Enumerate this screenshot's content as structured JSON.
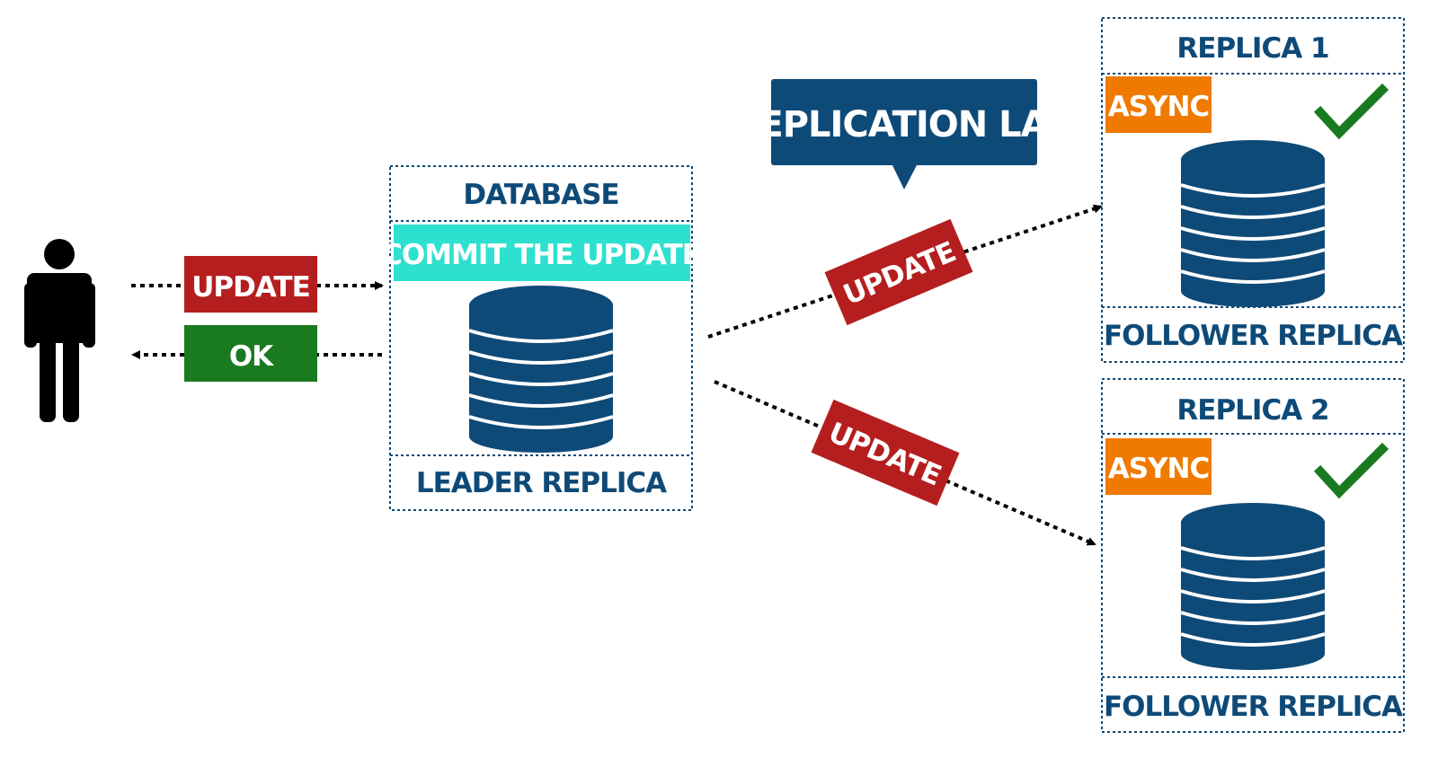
{
  "colors": {
    "navy": "#0e4a78",
    "red": "#b51e1e",
    "green": "#1a7a1f",
    "cyan": "#2ee0d0",
    "orange": "#f07a00",
    "check": "#1a7a1f",
    "black": "#000000"
  },
  "client": {
    "icon": "person-icon",
    "request_label": "UPDATE",
    "response_label": "OK"
  },
  "leader": {
    "header": "DATABASE",
    "commit_label": "COMMIT THE UPDATE",
    "footer": "LEADER REPLICA",
    "icon": "database-icon"
  },
  "callout": {
    "label": "REPLICATION LAG"
  },
  "replication_arrows": [
    {
      "label": "UPDATE"
    },
    {
      "label": "UPDATE"
    }
  ],
  "replicas": [
    {
      "header": "REPLICA 1",
      "mode": "ASYNC",
      "footer": "FOLLOWER REPLICA",
      "status_icon": "checkmark-icon",
      "icon": "database-icon"
    },
    {
      "header": "REPLICA 2",
      "mode": "ASYNC",
      "footer": "FOLLOWER REPLICA",
      "status_icon": "checkmark-icon",
      "icon": "database-icon"
    }
  ]
}
